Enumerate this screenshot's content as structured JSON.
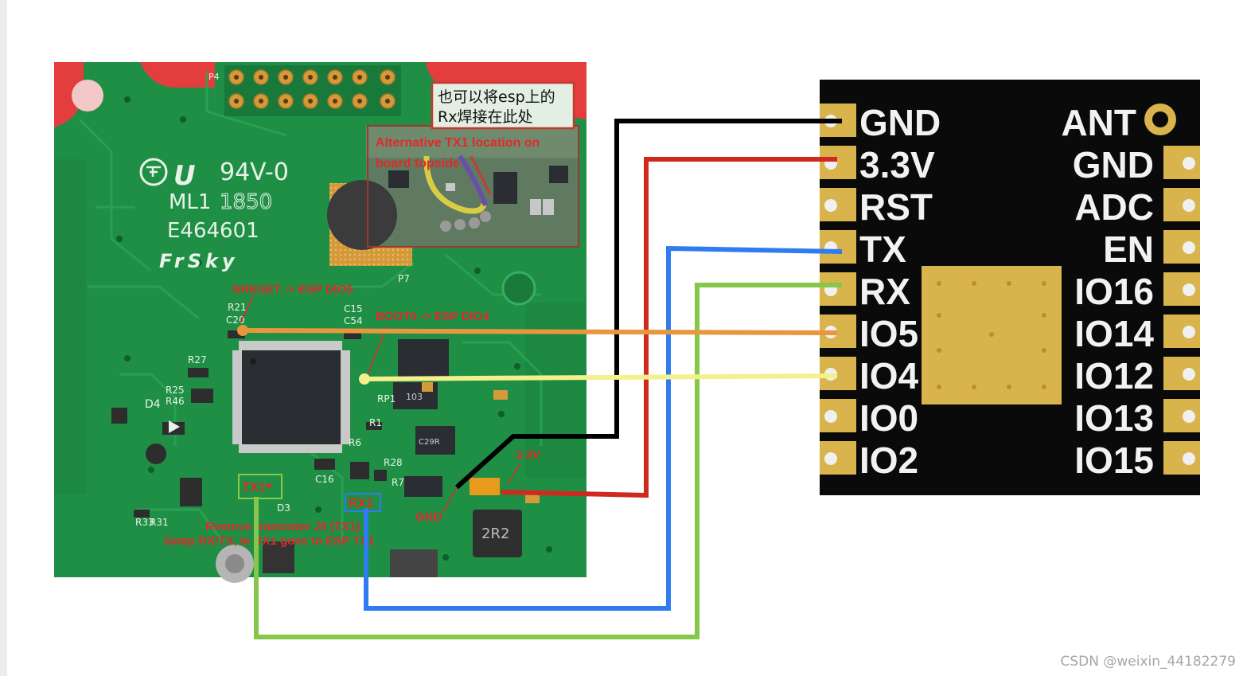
{
  "pcb": {
    "connector_label": "P4",
    "rating_mark": "94V-0",
    "ml_code": "ML1",
    "date_code": "1850",
    "file_number": "E464601",
    "brand": "FrSky",
    "p7_label": "P7"
  },
  "inset": {
    "note_line1": "也可以将esp上的",
    "note_line2": "Rx焊接在此处",
    "alt_line1": "Alternative TX1 location on",
    "alt_line2": "board topside"
  },
  "annotations": {
    "nreset": "NRESET -> ESP DIO5",
    "boot0": "BOOT0 -> ESP DIO4",
    "tx1": "TX1",
    "rx1": "RX1",
    "gnd": "GND",
    "v33": "3.3V",
    "remove_note": "Remove transistor J6 (TX1)",
    "swap_note": "Swap RX/TX, ie RX1 goes to ESP TX1"
  },
  "silkscreen": {
    "r21": "R21",
    "c20": "C20",
    "c15": "C15",
    "c54": "C54",
    "r27": "R27",
    "r25": "R25",
    "r46": "R46",
    "d4": "D4",
    "c16": "C16",
    "d3": "D3",
    "r6": "R6",
    "r1": "R1",
    "r28": "R28",
    "r7": "R7",
    "rp1": "RP1",
    "r33": "R33",
    "r31": "R31",
    "ind": "2R2",
    "ic103": "103",
    "u6": "C29R"
  },
  "module": {
    "left_pins": [
      "GND",
      "3.3V",
      "RST",
      "TX",
      "RX",
      "IO5",
      "IO4",
      "IO0",
      "IO2"
    ],
    "right_pins": [
      "ANT",
      "GND",
      "ADC",
      "EN",
      "IO16",
      "IO14",
      "IO12",
      "IO13",
      "IO15"
    ]
  },
  "wires": [
    {
      "from": "GND",
      "to": "GND",
      "color": "#000000"
    },
    {
      "from": "3.3V",
      "to": "3.3V",
      "color": "#d0291f"
    },
    {
      "from": "TX",
      "to": "RX1",
      "color": "#2f7bf0"
    },
    {
      "from": "RX",
      "to": "TX1",
      "color": "#86c64b"
    },
    {
      "from": "IO5",
      "to": "NRESET",
      "color": "#e8973e"
    },
    {
      "from": "IO4",
      "to": "BOOT0",
      "color": "#f3f08d"
    }
  ],
  "watermark": "CSDN @weixin_44182279"
}
